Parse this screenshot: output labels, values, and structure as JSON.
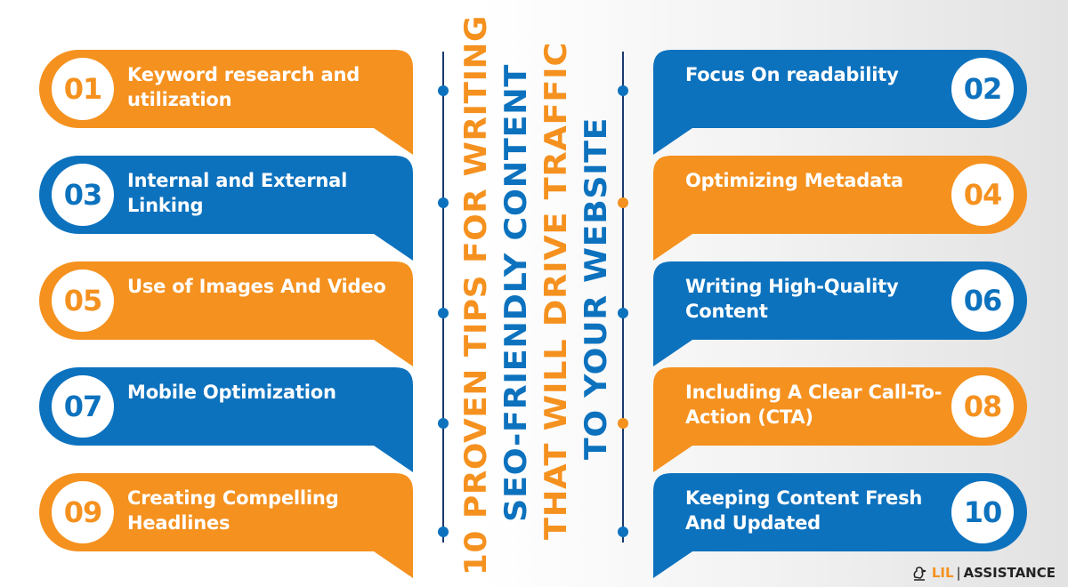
{
  "title": {
    "line1": "10 PROVEN TIPS FOR WRITING",
    "line2": "SEO-FRIENDLY CONTENT",
    "line3": "THAT WILL DRIVE TRAFFIC",
    "line4": "TO YOUR WEBSITE"
  },
  "colors": {
    "orange": "#f5911f",
    "blue": "#0d72be",
    "navy": "#1a3a6e",
    "white": "#ffffff"
  },
  "tips": [
    {
      "number": "01",
      "text": "Keyword research and utilization",
      "color": "orange"
    },
    {
      "number": "02",
      "text": "Focus On readability",
      "color": "blue"
    },
    {
      "number": "03",
      "text": "Internal and External Linking",
      "color": "blue"
    },
    {
      "number": "04",
      "text": "Optimizing Metadata",
      "color": "orange"
    },
    {
      "number": "05",
      "text": "Use of Images And Video",
      "color": "orange"
    },
    {
      "number": "06",
      "text": "Writing High-Quality Content",
      "color": "blue"
    },
    {
      "number": "07",
      "text": "Mobile Optimization",
      "color": "blue"
    },
    {
      "number": "08",
      "text": "Including A Clear Call-To-Action (CTA)",
      "color": "orange"
    },
    {
      "number": "09",
      "text": "Creating Compelling Headlines",
      "color": "orange"
    },
    {
      "number": "10",
      "text": "Keeping Content Fresh And Updated",
      "color": "blue"
    }
  ],
  "brand": {
    "lil": "LIL",
    "separator": "|",
    "name": "ASSISTANCE",
    "icon": "duck-logo-icon"
  }
}
